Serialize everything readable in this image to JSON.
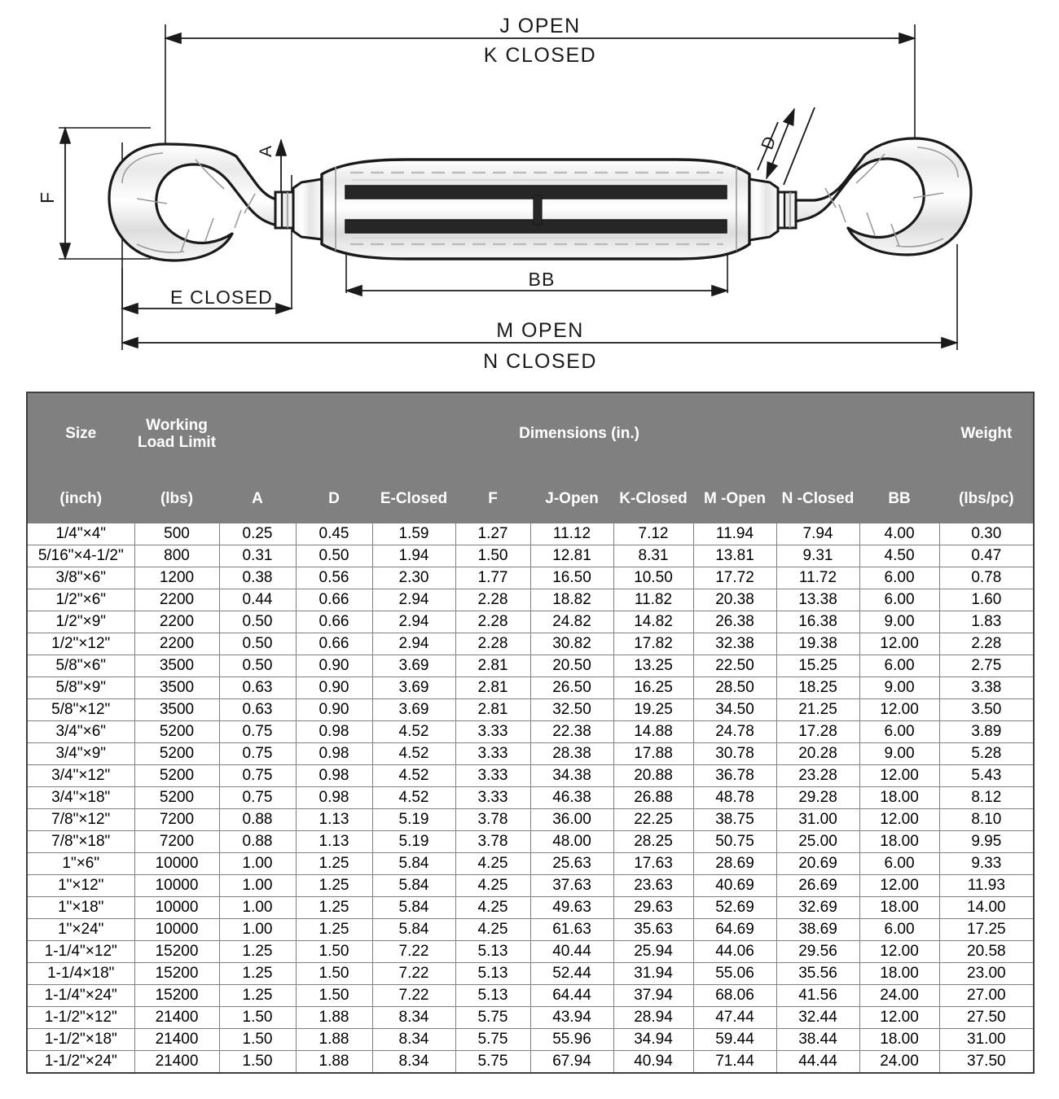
{
  "drawing": {
    "title": "hook-and-hook-turnbuckle-dimension-drawing",
    "labels": {
      "j_open": "J OPEN",
      "k_closed": "K CLOSED",
      "m_open": "M OPEN",
      "n_closed": "N CLOSED",
      "e_closed": "E CLOSED",
      "bb": "BB",
      "a": "A",
      "d": "D",
      "f": "F"
    }
  },
  "table": {
    "group_headers": {
      "size": "Size",
      "wll": "Working Load Limit",
      "dimensions": "Dimensions (in.)",
      "weight": "Weight"
    },
    "columns": [
      "(inch)",
      "(lbs)",
      "A",
      "D",
      "E-Closed",
      "F",
      "J-Open",
      "K-Closed",
      "M -Open",
      "N -Closed",
      "BB",
      "(lbs/pc)"
    ],
    "rows": [
      [
        "1/4\"×4\"",
        "500",
        "0.25",
        "0.45",
        "1.59",
        "1.27",
        "11.12",
        "7.12",
        "11.94",
        "7.94",
        "4.00",
        "0.30"
      ],
      [
        "5/16\"×4-1/2\"",
        "800",
        "0.31",
        "0.50",
        "1.94",
        "1.50",
        "12.81",
        "8.31",
        "13.81",
        "9.31",
        "4.50",
        "0.47"
      ],
      [
        "3/8\"×6\"",
        "1200",
        "0.38",
        "0.56",
        "2.30",
        "1.77",
        "16.50",
        "10.50",
        "17.72",
        "11.72",
        "6.00",
        "0.78"
      ],
      [
        "1/2\"×6\"",
        "2200",
        "0.44",
        "0.66",
        "2.94",
        "2.28",
        "18.82",
        "11.82",
        "20.38",
        "13.38",
        "6.00",
        "1.60"
      ],
      [
        "1/2\"×9\"",
        "2200",
        "0.50",
        "0.66",
        "2.94",
        "2.28",
        "24.82",
        "14.82",
        "26.38",
        "16.38",
        "9.00",
        "1.83"
      ],
      [
        "1/2\"×12\"",
        "2200",
        "0.50",
        "0.66",
        "2.94",
        "2.28",
        "30.82",
        "17.82",
        "32.38",
        "19.38",
        "12.00",
        "2.28"
      ],
      [
        "5/8\"×6\"",
        "3500",
        "0.50",
        "0.90",
        "3.69",
        "2.81",
        "20.50",
        "13.25",
        "22.50",
        "15.25",
        "6.00",
        "2.75"
      ],
      [
        "5/8\"×9\"",
        "3500",
        "0.63",
        "0.90",
        "3.69",
        "2.81",
        "26.50",
        "16.25",
        "28.50",
        "18.25",
        "9.00",
        "3.38"
      ],
      [
        "5/8\"×12\"",
        "3500",
        "0.63",
        "0.90",
        "3.69",
        "2.81",
        "32.50",
        "19.25",
        "34.50",
        "21.25",
        "12.00",
        "3.50"
      ],
      [
        "3/4\"×6\"",
        "5200",
        "0.75",
        "0.98",
        "4.52",
        "3.33",
        "22.38",
        "14.88",
        "24.78",
        "17.28",
        "6.00",
        "3.89"
      ],
      [
        "3/4\"×9\"",
        "5200",
        "0.75",
        "0.98",
        "4.52",
        "3.33",
        "28.38",
        "17.88",
        "30.78",
        "20.28",
        "9.00",
        "5.28"
      ],
      [
        "3/4\"×12\"",
        "5200",
        "0.75",
        "0.98",
        "4.52",
        "3.33",
        "34.38",
        "20.88",
        "36.78",
        "23.28",
        "12.00",
        "5.43"
      ],
      [
        "3/4\"×18\"",
        "5200",
        "0.75",
        "0.98",
        "4.52",
        "3.33",
        "46.38",
        "26.88",
        "48.78",
        "29.28",
        "18.00",
        "8.12"
      ],
      [
        "7/8\"×12\"",
        "7200",
        "0.88",
        "1.13",
        "5.19",
        "3.78",
        "36.00",
        "22.25",
        "38.75",
        "31.00",
        "12.00",
        "8.10"
      ],
      [
        "7/8\"×18\"",
        "7200",
        "0.88",
        "1.13",
        "5.19",
        "3.78",
        "48.00",
        "28.25",
        "50.75",
        "25.00",
        "18.00",
        "9.95"
      ],
      [
        "1\"×6\"",
        "10000",
        "1.00",
        "1.25",
        "5.84",
        "4.25",
        "25.63",
        "17.63",
        "28.69",
        "20.69",
        "6.00",
        "9.33"
      ],
      [
        "1\"×12\"",
        "10000",
        "1.00",
        "1.25",
        "5.84",
        "4.25",
        "37.63",
        "23.63",
        "40.69",
        "26.69",
        "12.00",
        "11.93"
      ],
      [
        "1\"×18\"",
        "10000",
        "1.00",
        "1.25",
        "5.84",
        "4.25",
        "49.63",
        "29.63",
        "52.69",
        "32.69",
        "18.00",
        "14.00"
      ],
      [
        "1\"×24\"",
        "10000",
        "1.00",
        "1.25",
        "5.84",
        "4.25",
        "61.63",
        "35.63",
        "64.69",
        "38.69",
        "6.00",
        "17.25"
      ],
      [
        "1-1/4\"×12\"",
        "15200",
        "1.25",
        "1.50",
        "7.22",
        "5.13",
        "40.44",
        "25.94",
        "44.06",
        "29.56",
        "12.00",
        "20.58"
      ],
      [
        "1-1/4×18\"",
        "15200",
        "1.25",
        "1.50",
        "7.22",
        "5.13",
        "52.44",
        "31.94",
        "55.06",
        "35.56",
        "18.00",
        "23.00"
      ],
      [
        "1-1/4\"×24\"",
        "15200",
        "1.25",
        "1.50",
        "7.22",
        "5.13",
        "64.44",
        "37.94",
        "68.06",
        "41.56",
        "24.00",
        "27.00"
      ],
      [
        "1-1/2\"×12\"",
        "21400",
        "1.50",
        "1.88",
        "8.34",
        "5.75",
        "43.94",
        "28.94",
        "47.44",
        "32.44",
        "12.00",
        "27.50"
      ],
      [
        "1-1/2\"×18\"",
        "21400",
        "1.50",
        "1.88",
        "8.34",
        "5.75",
        "55.96",
        "34.94",
        "59.44",
        "38.44",
        "18.00",
        "31.00"
      ],
      [
        "1-1/2\"×24\"",
        "21400",
        "1.50",
        "1.88",
        "8.34",
        "5.75",
        "67.94",
        "40.94",
        "71.44",
        "44.44",
        "24.00",
        "37.50"
      ]
    ]
  },
  "colors": {
    "header_bg": "#808080",
    "header_text": "#ffffff",
    "grid": "#7f7f7f",
    "outer_border": "#3f3f3f",
    "ink": "#1a1a1a"
  }
}
